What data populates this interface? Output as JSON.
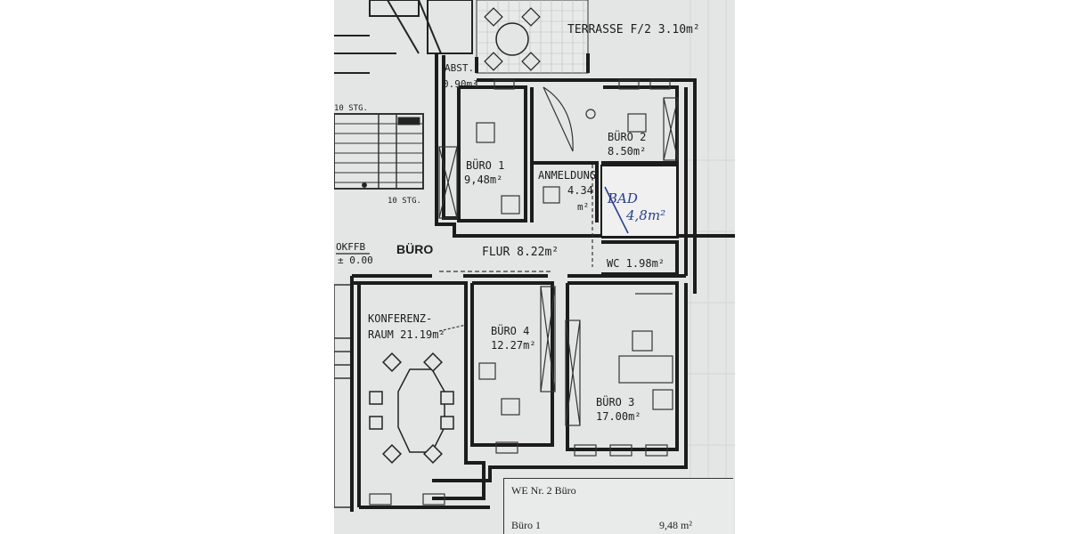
{
  "floor_plan": {
    "rooms": {
      "terrasse": "TERRASSE F/2 3.10m²",
      "abst_name": "ABST.",
      "abst_area": "0.90m²",
      "buero1_name": "BÜRO 1",
      "buero1_area": "9,48m²",
      "buero2_name": "BÜRO 2",
      "buero2_area": "8.50m²",
      "anmeldung_name": "ANMELDUNG",
      "anmeldung_area": "4.34",
      "anmeldung_unit": "m²",
      "bad_name": "BAD",
      "bad_area": "4,8m²",
      "wc": "WC 1.98m²",
      "flur": "FLUR 8.22m²",
      "buero_heading": "BÜRO",
      "konferenz_line1": "KONFERENZ-",
      "konferenz_line2": "RAUM 21.19m²",
      "buero4_name": "BÜRO 4",
      "buero4_area": "12.27m²",
      "buero3_name": "BÜRO 3",
      "buero3_area": "17.00m²"
    },
    "stairs": {
      "top_label": "10 STG.",
      "bottom_label": "10 STG."
    },
    "level": {
      "label": "OKFFB",
      "value": "± 0.00"
    }
  },
  "legend": {
    "title": "WE Nr. 2 Büro",
    "rows": [
      {
        "name": "Büro 1",
        "area": "9,48 m²"
      }
    ]
  },
  "colors": {
    "paper": "#e4e6e5",
    "ink": "#1c1c1c",
    "pen": "#2a3f8a"
  }
}
